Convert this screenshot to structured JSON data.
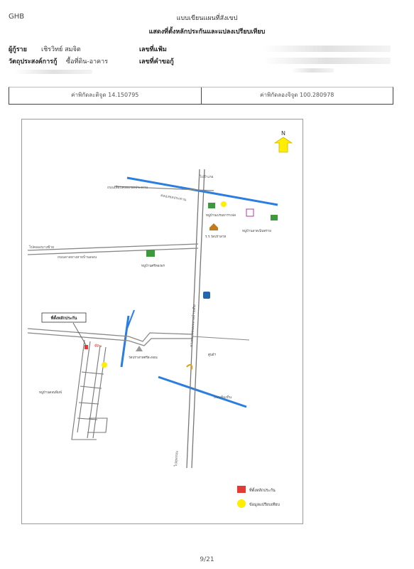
{
  "header": {
    "logo": "GHB",
    "title": "แบบเขียนแผนที่สังเขป",
    "subtitle": "แสดงที่ตั้งหลักประกันและแปลงเปรียบเทียบ"
  },
  "fields": {
    "borrower_label": "ผู้กู้ราย",
    "borrower_value": "เชิรวิทย์ สมจิต",
    "purpose_label": "วัตถุประสงค์การกู้",
    "purpose_value": "ซื้อที่ดิน-อาคาร",
    "file_no_label": "เลขที่แฟ้ม",
    "request_no_label": "เลขที่คำขอกู้"
  },
  "coordinates": {
    "lat_label": "ค่าพิกัดละติจูด",
    "lat_value": "14.150795",
    "lon_label": "ค่าพิกัดลองจิจูด",
    "lon_value": "100.280978"
  },
  "map": {
    "north_label": "N",
    "road_v_label": "ทางหลวงชนบทสายบ้านเดิม",
    "road_top_label": "ไปอำเภอ",
    "road_left_label": "ไปคลองบางซ้าย",
    "village_top": "หมู่บ้านเปรมธาราเฟส",
    "village_right": "หมู่บ้านลาดเนินทราย",
    "village_mid": "หมู่บ้านศรีทองพร",
    "village_left": "หมู่บ้านดอนพิมพ์",
    "temple_label": "วัดปราสาทศรีสะทอน",
    "school_label": "ร.ร.วัดปราสาท",
    "collateral_box": "ที่ตั้งหลักประกัน",
    "collateral_tag": "ที่ดิน",
    "road_right_label": "ถนนท้องถิ่น",
    "road_bottom_label": "ไปสุพรรณ",
    "label_top_a": "ถนนเลียบคลองชลประทาน",
    "label_top_b": "คลองชลประทาน",
    "label_left_a": "ถนนลาดยางสายบ้านดอน",
    "label_mid_a": "ศูนย์ฯ",
    "legend_red": "ที่ตั้งหลักประกัน",
    "legend_yellow": "ข้อมูลแปรียบเทียบ",
    "accent_blue": "#2a7de1",
    "accent_red": "#e53935",
    "accent_yellow": "#ffee00"
  },
  "page": {
    "number": "9/21"
  }
}
